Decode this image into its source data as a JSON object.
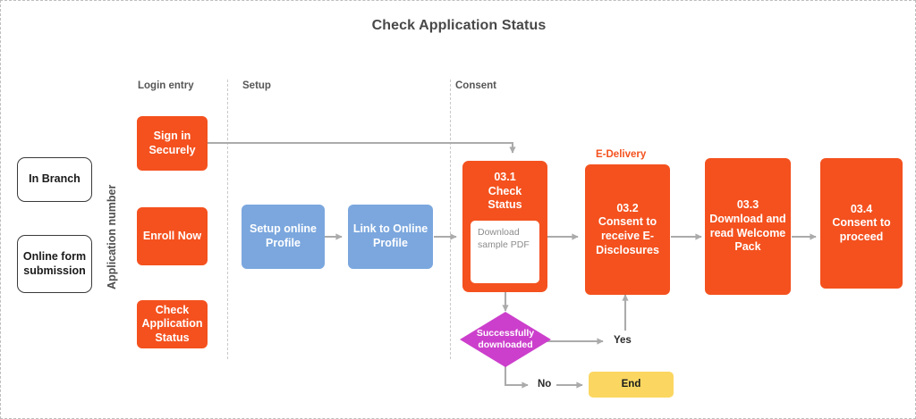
{
  "page": {
    "title": "Check Application Status",
    "arrow_color": "#ABABAB",
    "orange": "#F4511E",
    "blue": "#7BA7DE",
    "magenta": "#CC3FCC",
    "yellow": "#FBD761"
  },
  "lanes": [
    {
      "label": "Login entry"
    },
    {
      "label": "Setup"
    },
    {
      "label": "Consent"
    }
  ],
  "entry_points": {
    "axis_label": "Application number",
    "items": [
      {
        "label": "In Branch"
      },
      {
        "label": "Online form submission"
      }
    ]
  },
  "login_actions": [
    {
      "label": "Sign in Securely"
    },
    {
      "label": "Enroll Now"
    },
    {
      "label": "Check Application Status"
    }
  ],
  "setup_steps": [
    {
      "label": "Setup online Profile"
    },
    {
      "label": "Link to Online Profile"
    }
  ],
  "consent_steps": [
    {
      "id": "03.1",
      "title": "03.1\nCheck Status",
      "number": "03.1",
      "name": "Check Status",
      "sub_box": "Download sample PDF"
    },
    {
      "id": "03.2",
      "number": "03.2",
      "name": "Consent to receive E-Disclosures",
      "caption": "E-Delivery"
    },
    {
      "id": "03.3",
      "number": "03.3",
      "name": "Download and read Welcome Pack"
    },
    {
      "id": "03.4",
      "number": "03.4",
      "name": "Consent to proceed"
    }
  ],
  "decision": {
    "label": "Successfully downloaded",
    "yes_label": "Yes",
    "no_label": "No"
  },
  "terminator": {
    "label": "End"
  }
}
